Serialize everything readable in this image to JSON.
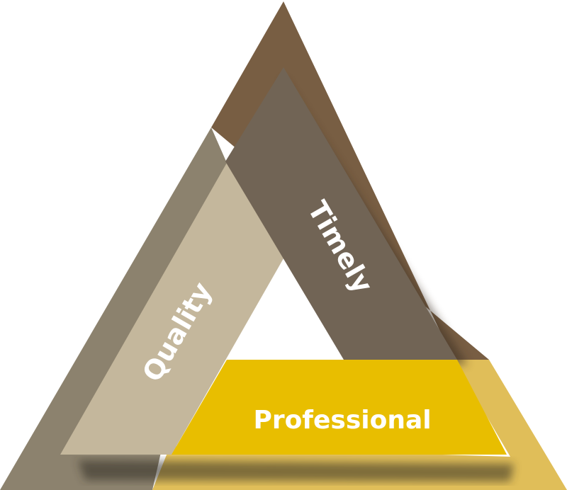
{
  "labels": {
    "timely": "Timely",
    "quality": "Quality",
    "professional": "Professional"
  },
  "colors": {
    "outer_top": "#785E43",
    "outer_left": "#8C826E",
    "outer_right_bottom": "#E0BE59",
    "timely_band": "#716455",
    "quality_band": "#C4B79C",
    "professional_band": "#E8BE00",
    "text": "#FFFFFF"
  }
}
